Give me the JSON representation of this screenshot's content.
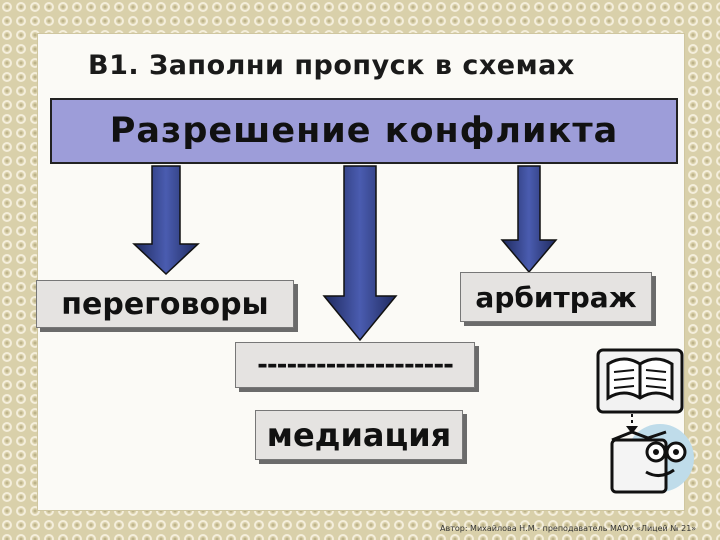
{
  "slide": {
    "title": "В1. Заполни пропуск в схемах",
    "main_concept": "Разрешение конфликта",
    "boxes": {
      "left": "переговоры",
      "right": "арбитраж",
      "blank": "--------------------",
      "bottom": "медиация"
    },
    "footer": "Автор: Михайлова Н.М.- преподаватель МАОУ «Лицей № 21»",
    "colors": {
      "main_box": "#9d9dd9",
      "arrow": "#2c3a78",
      "box": "#e5e3e1"
    },
    "icons": [
      "book-icon",
      "face-icon"
    ]
  }
}
